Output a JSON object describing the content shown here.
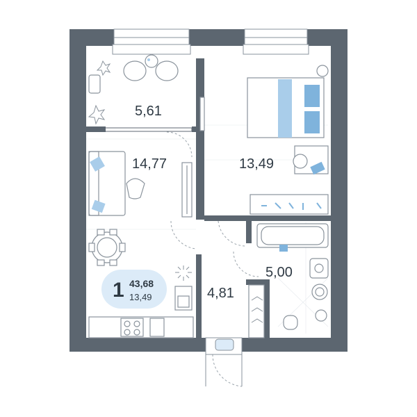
{
  "rooms": [
    {
      "name": "balcony",
      "area": "5,61"
    },
    {
      "name": "kitchen-living",
      "area": "14,77"
    },
    {
      "name": "bedroom",
      "area": "13,49"
    },
    {
      "name": "hallway",
      "area": "4,81"
    },
    {
      "name": "bathroom",
      "area": "5,00"
    }
  ],
  "badge": {
    "rooms": "1",
    "total_area": "43,68",
    "living_area": "13,49"
  },
  "colors": {
    "wall": "#5c6670",
    "accent": "#a9cdea",
    "accent_dark": "#7fb3dc",
    "badge_bg": "#dcebf8",
    "line": "#8a939c"
  }
}
